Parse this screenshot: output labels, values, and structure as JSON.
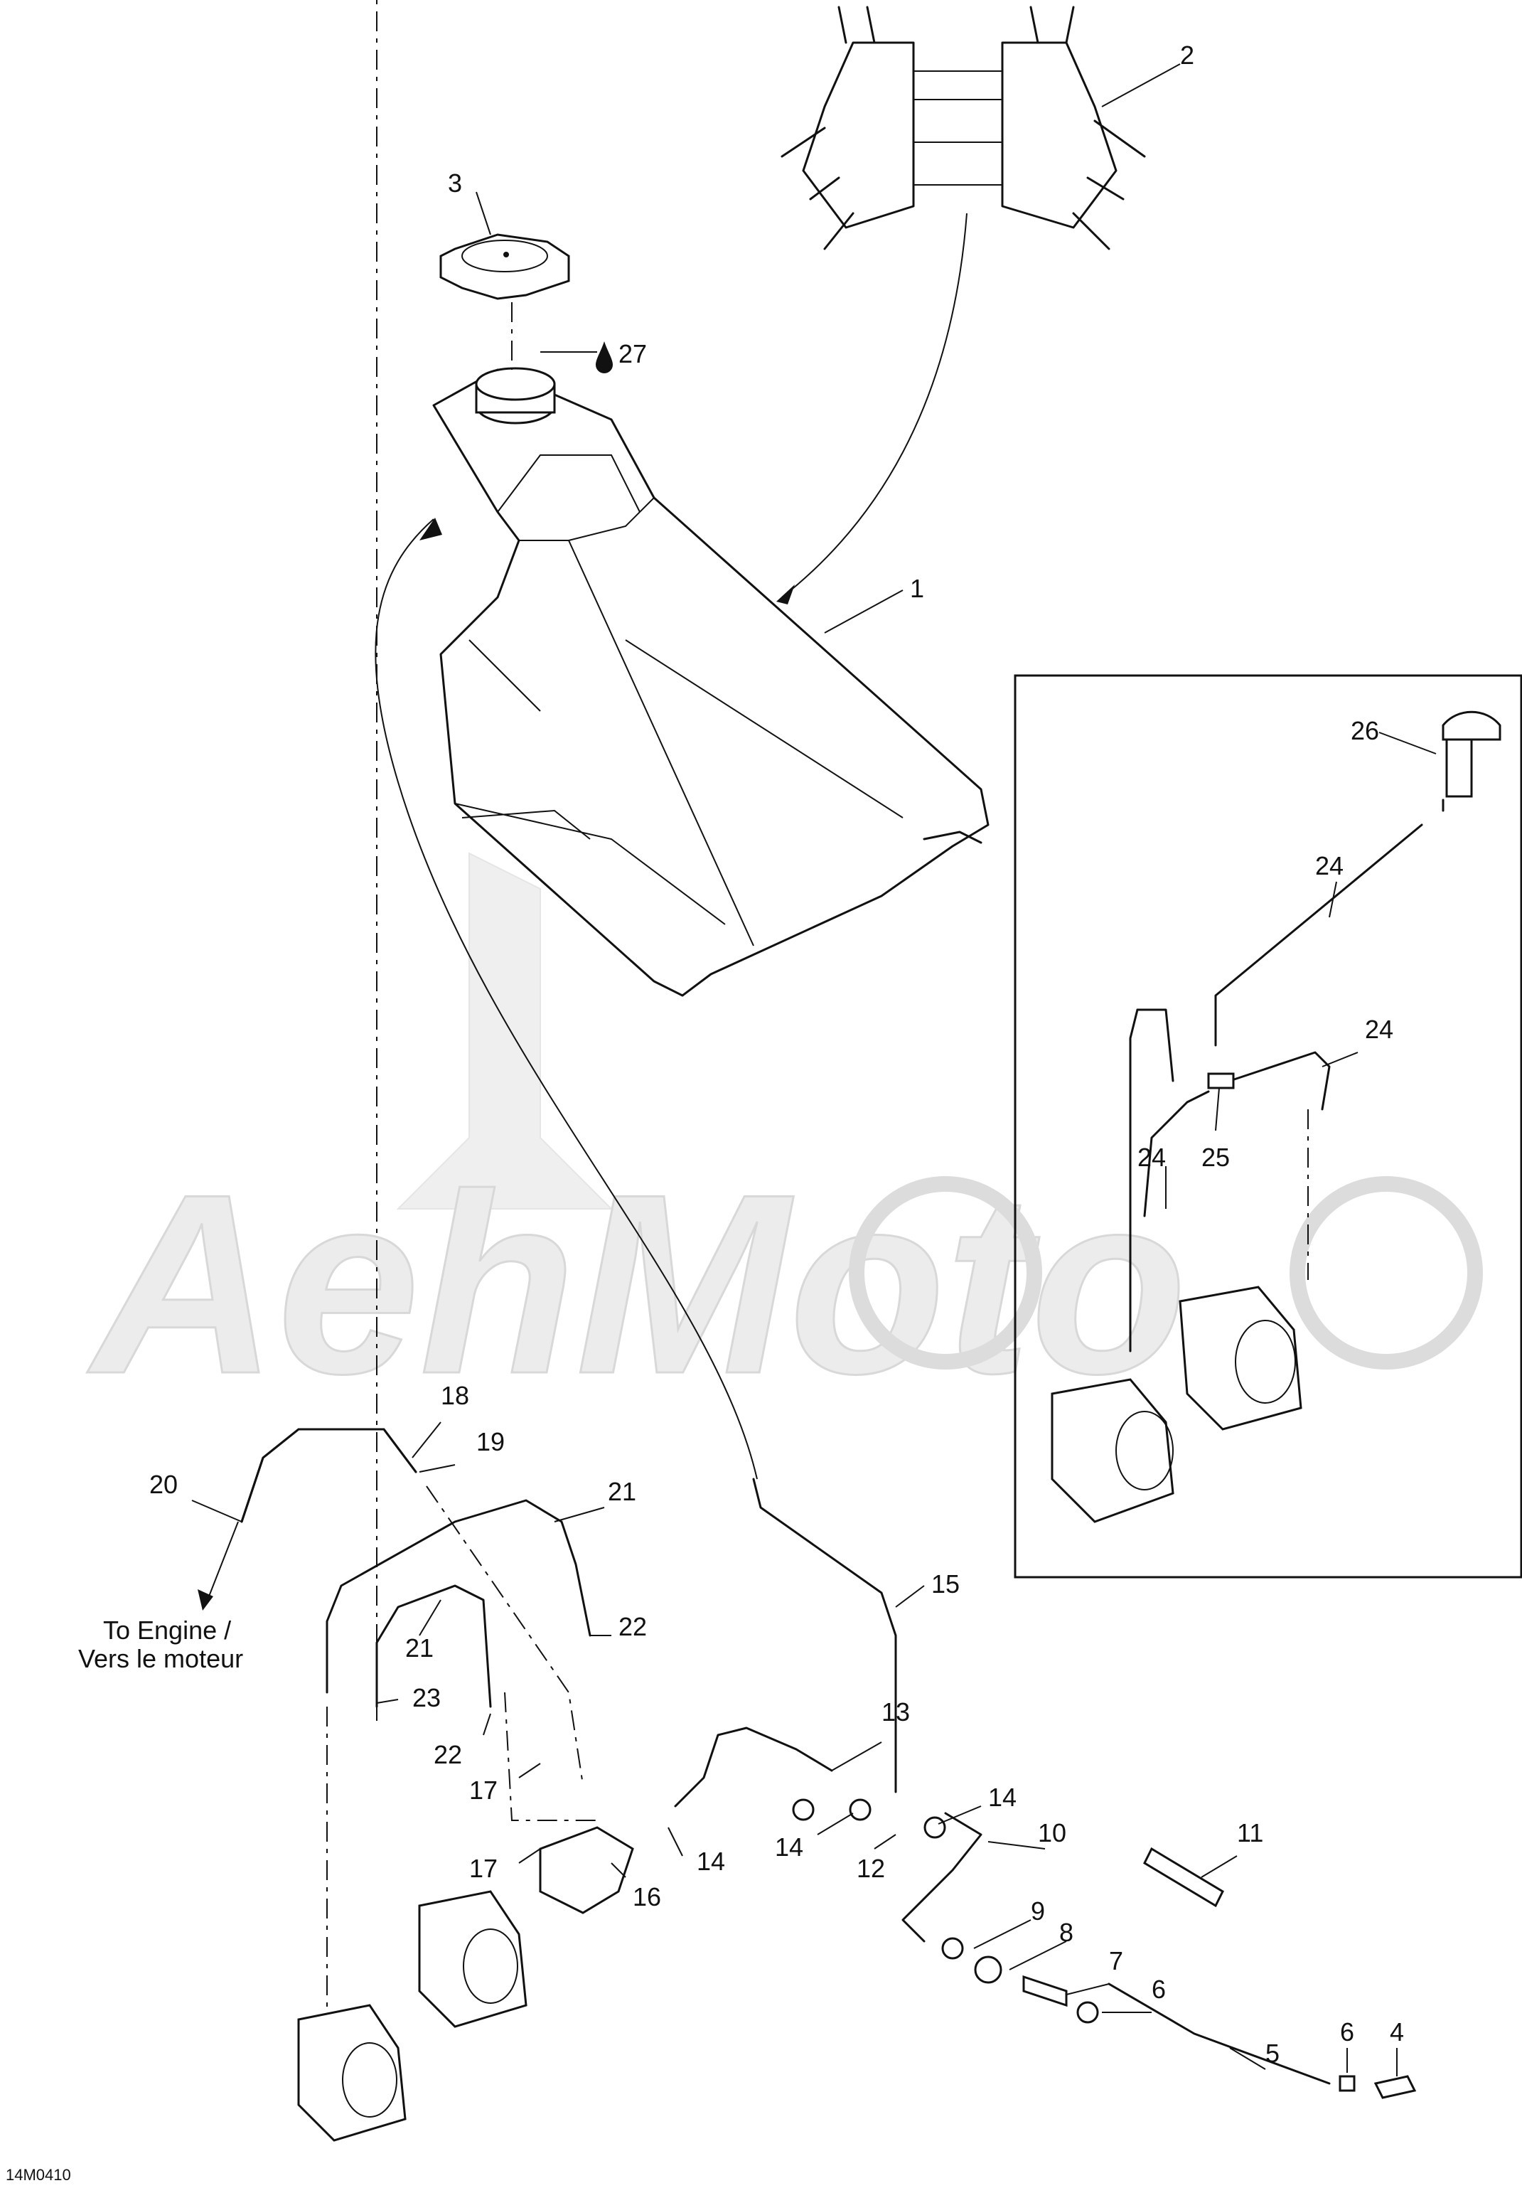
{
  "diagram_code": "14M0410",
  "destination_label_line1": "To Engine /",
  "destination_label_line2": "Vers le moteur",
  "watermark_text": "AehMoto",
  "callouts": {
    "c1": "1",
    "c2": "2",
    "c3": "3",
    "c4": "4",
    "c5": "5",
    "c6a": "6",
    "c6b": "6",
    "c7": "7",
    "c8": "8",
    "c9": "9",
    "c10": "10",
    "c11": "11",
    "c12": "12",
    "c13": "13",
    "c14a": "14",
    "c14b": "14",
    "c14c": "14",
    "c15": "15",
    "c16": "16",
    "c17a": "17",
    "c17b": "17",
    "c18": "18",
    "c19": "19",
    "c20": "20",
    "c21a": "21",
    "c21b": "21",
    "c22a": "22",
    "c22b": "22",
    "c23": "23",
    "c24a": "24",
    "c24b": "24",
    "c24c": "24",
    "c25": "25",
    "c26": "26",
    "c27": "27"
  },
  "icons": {
    "fluid_drop": "fluid-drop-icon"
  }
}
